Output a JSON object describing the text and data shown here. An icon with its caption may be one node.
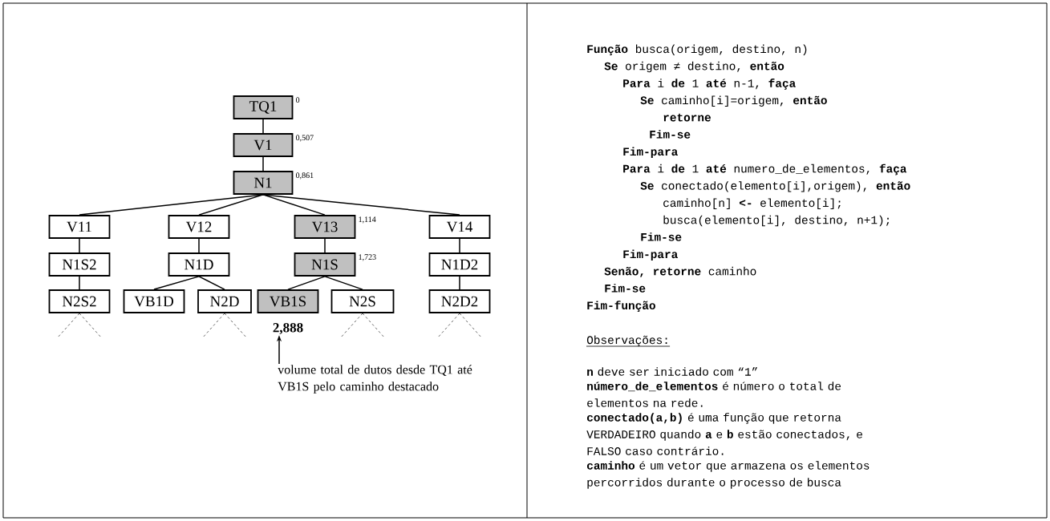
{
  "diagram": {
    "nodes": [
      {
        "text": [
          "TQ1"
        ],
        "beside": [
          "0"
        ]
      },
      {
        "text": [
          "V1"
        ],
        "beside": [
          "0,507"
        ]
      },
      {
        "text": [
          "N1"
        ],
        "beside": [
          "0,861"
        ]
      },
      {
        "text": [
          "V11"
        ]
      },
      {
        "text": [
          "V12"
        ]
      },
      {
        "text": [
          "V13"
        ],
        "beside": [
          "1,114"
        ]
      },
      {
        "text": [
          "V14"
        ]
      },
      {
        "text": [
          "N1S2"
        ]
      },
      {
        "text": [
          "N1D"
        ]
      },
      {
        "text": [
          "N1S"
        ],
        "beside": [
          "1,723"
        ]
      },
      {
        "text": [
          "N1D2"
        ]
      },
      {
        "text": [
          "N2S2"
        ]
      },
      {
        "text": [
          "VB1D"
        ]
      },
      {
        "text": [
          "N2D"
        ]
      },
      {
        "text": [
          "VB1S"
        ]
      },
      {
        "text": [
          "N2S"
        ]
      },
      {
        "text": [
          "N2D2"
        ]
      },
      {
        "text": [
          "2,888"
        ]
      },
      {
        "text": [
          "volume total de dutos desde TQ1 até VB1S pelo caminho destacado"
        ]
      }
    ],
    "edges": [
      {
        "from": 0,
        "to": 1,
        "arrow": "none"
      },
      {
        "from": 1,
        "to": 2,
        "arrow": "none"
      },
      {
        "from": 2,
        "to": 3,
        "arrow": "none"
      },
      {
        "from": 2,
        "to": 4,
        "arrow": "none"
      },
      {
        "from": 2,
        "to": 5,
        "arrow": "none"
      },
      {
        "from": 2,
        "to": 6,
        "arrow": "none"
      },
      {
        "from": 3,
        "to": 7,
        "arrow": "none"
      },
      {
        "from": 4,
        "to": 8,
        "arrow": "none"
      },
      {
        "from": 5,
        "to": 9,
        "arrow": "none"
      },
      {
        "from": 6,
        "to": 10,
        "arrow": "none"
      },
      {
        "from": 7,
        "to": 11,
        "arrow": "none"
      },
      {
        "from": 8,
        "to": 12,
        "arrow": "none"
      },
      {
        "from": 8,
        "to": 13,
        "arrow": "none"
      },
      {
        "from": 9,
        "to": 14,
        "arrow": "none"
      },
      {
        "from": 9,
        "to": 15,
        "arrow": "none"
      },
      {
        "from": 10,
        "to": 16,
        "arrow": "none"
      },
      {
        "from": 11,
        "to": null,
        "arrow": "none",
        "style": "dashed"
      },
      {
        "from": 11,
        "to": null,
        "arrow": "none",
        "style": "dashed"
      },
      {
        "from": 13,
        "to": null,
        "arrow": "none",
        "style": "dashed"
      },
      {
        "from": 13,
        "to": null,
        "arrow": "none",
        "style": "dashed"
      },
      {
        "from": 15,
        "to": null,
        "arrow": "none",
        "style": "dashed"
      },
      {
        "from": 15,
        "to": null,
        "arrow": "none",
        "style": "dashed"
      },
      {
        "from": 16,
        "to": null,
        "arrow": "none",
        "style": "dashed"
      },
      {
        "from": 16,
        "to": null,
        "arrow": "none",
        "style": "dashed"
      },
      {
        "from": 18,
        "to": 17,
        "arrow": "to"
      }
    ],
    "labels": [
      "**Função** busca(origem, destino, n)",
      "**Se** origem ≠ destino, **então**",
      "**Para** i **de** 1 **até** n-1, **faça**",
      "**Se** caminho[i]=origem, **então**",
      "retorne",
      "Fim-se",
      "Fim-para",
      "**Para** i **de** 1 **até** numero_de_elementos, **faça**",
      "**Se** conectado(elemento[i],origem), **então**",
      "caminho[n] **<-** elemento[i];",
      "busca(elemento[i], destino, n+1);",
      "Fim-se",
      "Fim-para",
      "**Senão, retorne** caminho",
      "Fim-se",
      "Fim-função",
      "Observações:",
      "**n** deve ser iniciado com “1”",
      "**número_de_elementos** é número o total de elementos na rede.",
      "**conectado(a,b)** é uma função que retorna VERDADEIRO quando **a** e **b** estão conectados, e FALSO caso contrário.",
      "**caminho** é um vetor que armazena os elementos percorridos durante o processo de busca"
    ]
  }
}
